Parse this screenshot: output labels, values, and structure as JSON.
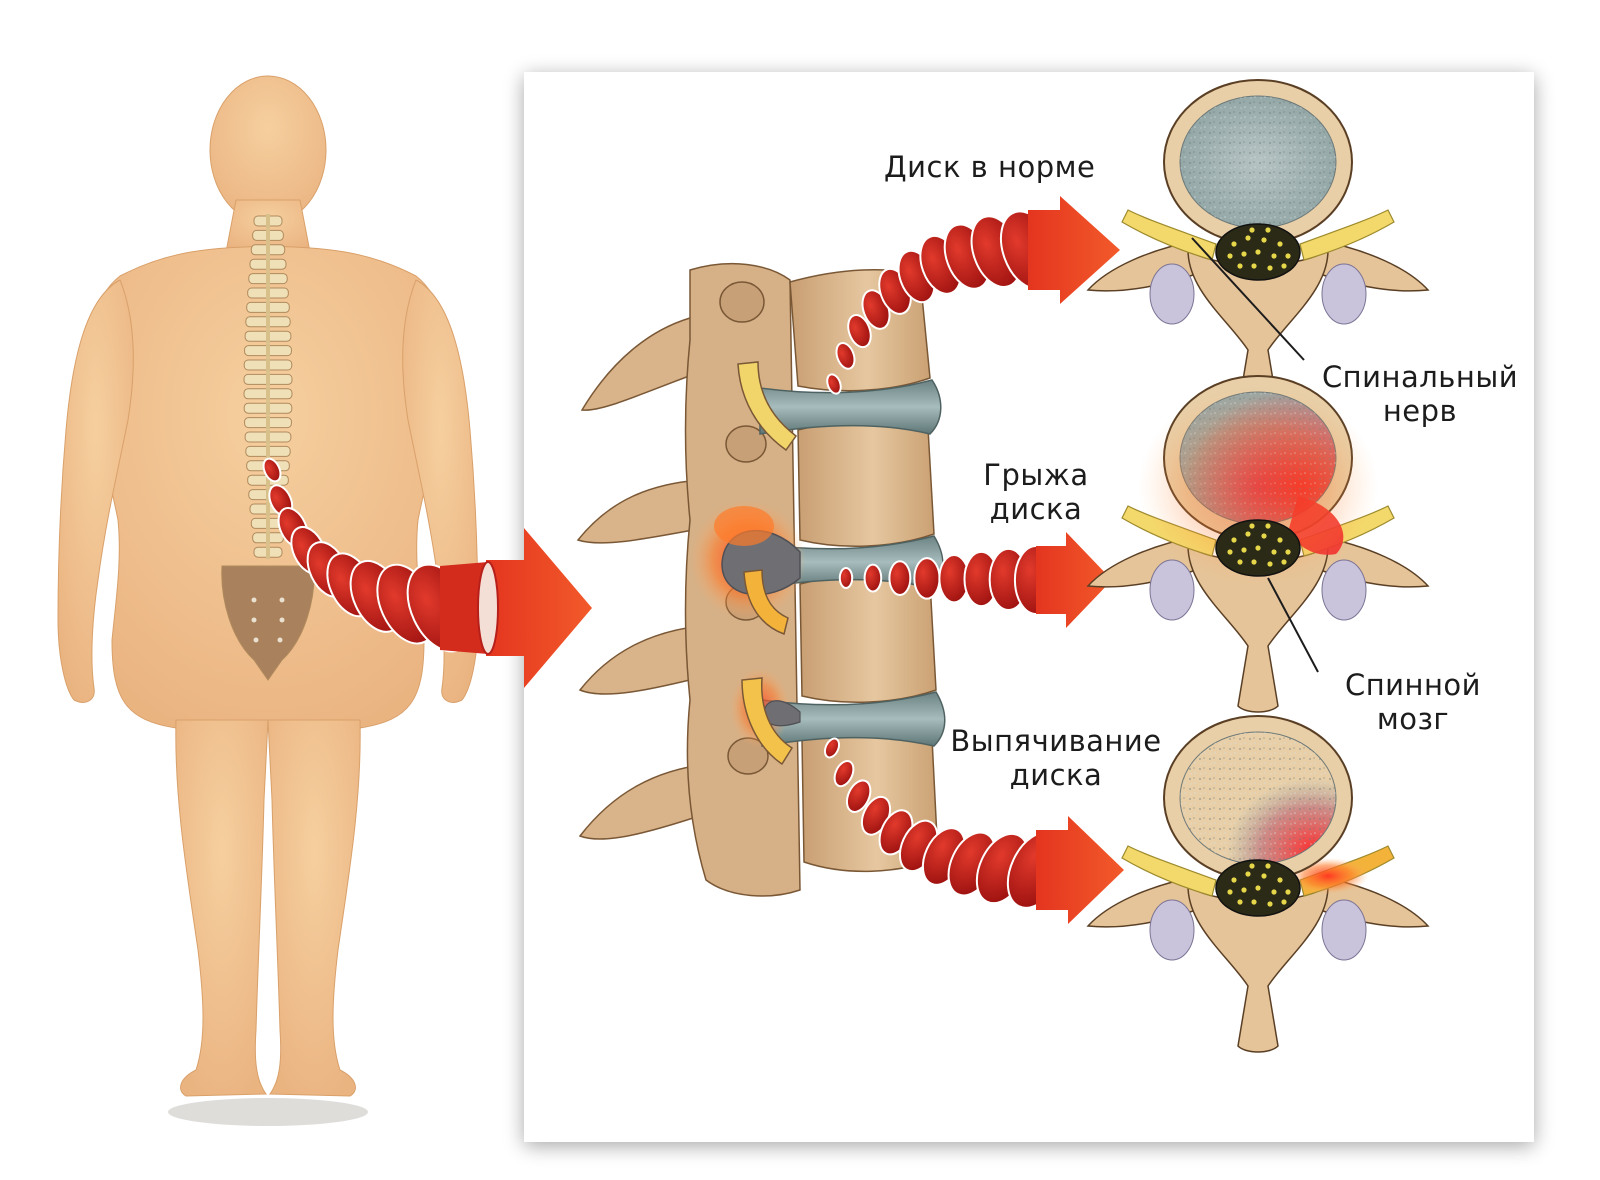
{
  "labels": {
    "normal_disc": "Диск в норме",
    "herniation_line1": "Грыжа",
    "herniation_line2": "диска",
    "protrusion_line1": "Выпячивание",
    "protrusion_line2": "диска",
    "spinal_nerve_line1": "Спинальный",
    "spinal_nerve_line2": "нерв",
    "spinal_cord_line1": "Спинной",
    "spinal_cord_line2": "мозг"
  },
  "colors": {
    "skin": "#f2c28f",
    "bone": "#d9b48a",
    "disc": "#7f9696",
    "nerve_yellow": "#f3d96b",
    "inflammation": "#e23b2e",
    "arrow_red": "#c9201c",
    "arrow_orange": "#ee4a26",
    "cord_dark": "#2b2a16",
    "cord_dot": "#e6d64a",
    "facet_lilac": "#c9c3dc"
  }
}
